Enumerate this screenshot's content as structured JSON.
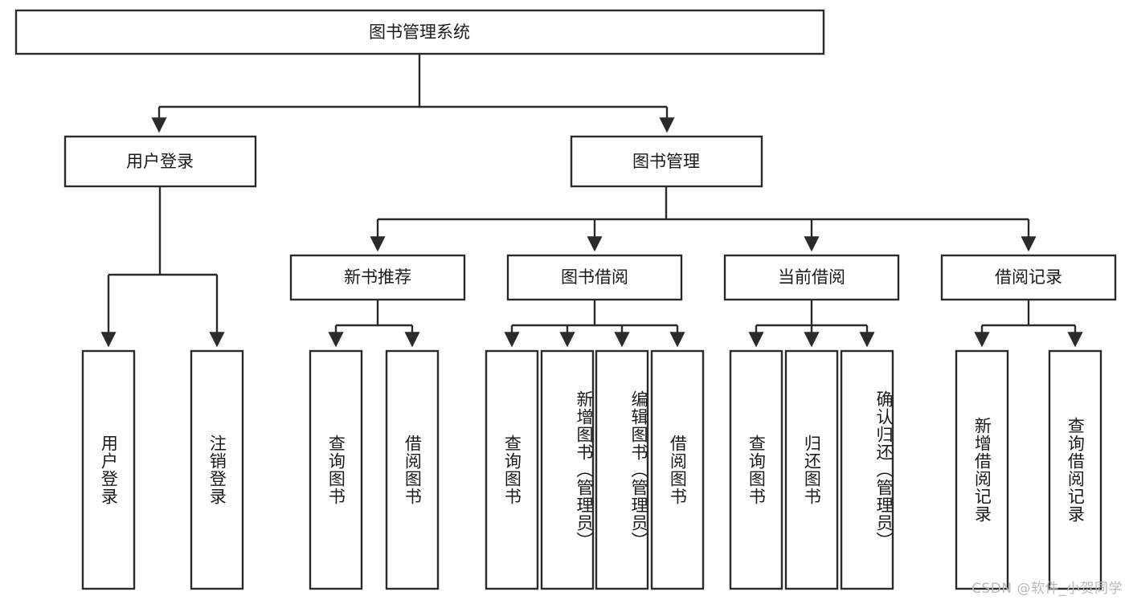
{
  "diagram": {
    "type": "tree",
    "title": "图书管理系统",
    "orientation": "top-down",
    "watermark": "CSDN @软件_小贺同学",
    "root": {
      "label": "图书管理系统",
      "level": 0,
      "orient": "horizontal"
    },
    "level2": [
      {
        "label": "用户登录",
        "orient": "horizontal"
      },
      {
        "label": "图书管理",
        "orient": "horizontal"
      }
    ],
    "level3": [
      {
        "label": "新书推荐",
        "orient": "horizontal",
        "parent": "图书管理"
      },
      {
        "label": "图书借阅",
        "orient": "horizontal",
        "parent": "图书管理"
      },
      {
        "label": "当前借阅",
        "orient": "horizontal",
        "parent": "图书管理"
      },
      {
        "label": "借阅记录",
        "orient": "horizontal",
        "parent": "图书管理"
      }
    ],
    "leaves": {
      "user_login": [
        {
          "label": "用户登录",
          "orient": "vertical"
        },
        {
          "label": "注销登录",
          "orient": "vertical"
        }
      ],
      "new_book": [
        {
          "label": "查询图书",
          "orient": "vertical"
        },
        {
          "label": "借阅图书",
          "orient": "vertical"
        }
      ],
      "book_borrow": [
        {
          "label": "查询图书",
          "orient": "vertical"
        },
        {
          "label": "新增图书（管理员）",
          "orient": "vertical"
        },
        {
          "label": "编辑图书（管理员）",
          "orient": "vertical"
        },
        {
          "label": "借阅图书",
          "orient": "vertical"
        }
      ],
      "current_borrow": [
        {
          "label": "查询图书",
          "orient": "vertical"
        },
        {
          "label": "归还图书",
          "orient": "vertical"
        },
        {
          "label": "确认归还（管理员）",
          "orient": "vertical"
        }
      ],
      "borrow_record": [
        {
          "label": "新增借阅记录",
          "orient": "vertical"
        },
        {
          "label": "查询借阅记录",
          "orient": "vertical"
        }
      ]
    },
    "colors": {
      "box_fill": "#ffffff",
      "box_stroke": "#2b2b2b",
      "text": "#1a1a1a",
      "background": "#ffffff",
      "watermark": "#b9b9b9"
    }
  }
}
